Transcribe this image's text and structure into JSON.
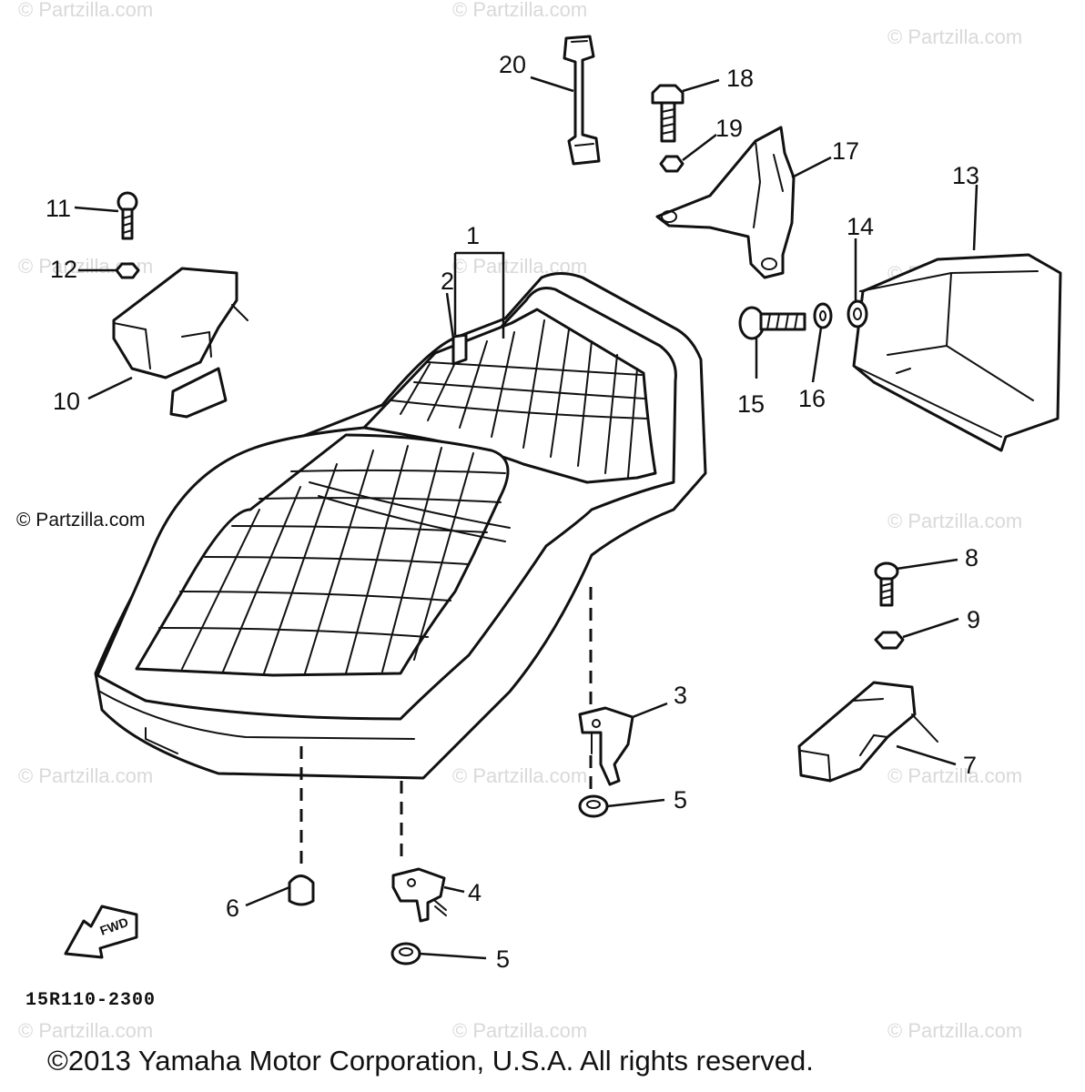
{
  "watermark": "© Partzilla.com",
  "side_watermark": "© Partzilla.com",
  "diagram_code": "15R110-2300",
  "copyright": "©2013 Yamaha Motor Corporation, U.S.A. All rights reserved.",
  "fwd_label": "FWD",
  "callouts": {
    "c1": "1",
    "c2": "2",
    "c3": "3",
    "c4": "4",
    "c5a": "5",
    "c5b": "5",
    "c6": "6",
    "c7": "7",
    "c8": "8",
    "c9": "9",
    "c10": "10",
    "c11": "11",
    "c12": "12",
    "c13": "13",
    "c14": "14",
    "c15": "15",
    "c16": "16",
    "c17": "17",
    "c18": "18",
    "c19": "19",
    "c20": "20"
  }
}
